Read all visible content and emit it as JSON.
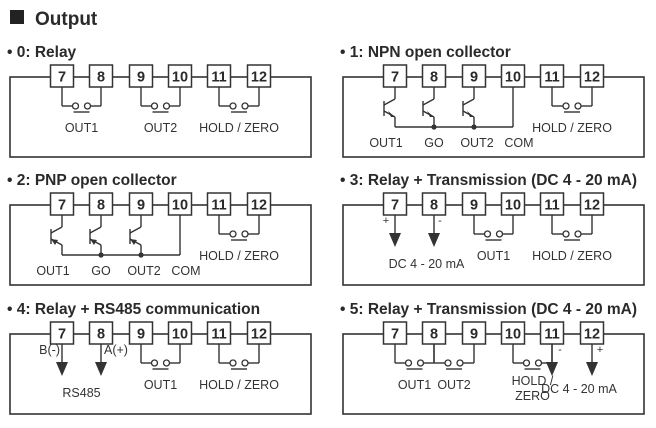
{
  "header": {
    "title": "Output"
  },
  "colors": {
    "line": "#333333",
    "text": "#2a2a2a",
    "header_square": "#222222"
  },
  "panels": [
    {
      "title": "• 0: Relay",
      "terminals": [
        "7",
        "8",
        "9",
        "10",
        "11",
        "12"
      ],
      "relays": [
        {
          "pins": [
            0,
            1
          ],
          "label": [
            "OUT1"
          ]
        },
        {
          "pins": [
            2,
            3
          ],
          "label": [
            "OUT2"
          ]
        },
        {
          "pins": [
            4,
            5
          ],
          "label": [
            "HOLD / ZERO"
          ]
        }
      ]
    },
    {
      "title": "• 1: NPN open collector",
      "terminals": [
        "7",
        "8",
        "9",
        "10",
        "11",
        "12"
      ],
      "transistors": {
        "type": "NPN",
        "pins": [
          0,
          1,
          2
        ],
        "common": 3,
        "labels": [
          "OUT1",
          "GO",
          "OUT2",
          "COM"
        ]
      },
      "relays": [
        {
          "pins": [
            4,
            5
          ],
          "label": [
            "HOLD / ZERO"
          ]
        }
      ]
    },
    {
      "title": "• 2: PNP open collector",
      "terminals": [
        "7",
        "8",
        "9",
        "10",
        "11",
        "12"
      ],
      "transistors": {
        "type": "PNP",
        "pins": [
          0,
          1,
          2
        ],
        "common": 3,
        "labels": [
          "OUT1",
          "GO",
          "OUT2",
          "COM"
        ]
      },
      "relays": [
        {
          "pins": [
            4,
            5
          ],
          "label": [
            "HOLD / ZERO"
          ]
        }
      ]
    },
    {
      "title": "• 3: Relay + Transmission (DC 4 - 20 mA)",
      "terminals": [
        "7",
        "8",
        "9",
        "10",
        "11",
        "12"
      ],
      "outputs": {
        "arrows": [
          {
            "pin": 0,
            "sign": "+"
          },
          {
            "pin": 1,
            "sign": "-"
          }
        ],
        "label": "DC 4 - 20 mA"
      },
      "relays": [
        {
          "pins": [
            2,
            3
          ],
          "label": [
            "OUT1"
          ]
        },
        {
          "pins": [
            4,
            5
          ],
          "label": [
            "HOLD / ZERO"
          ]
        }
      ]
    },
    {
      "title": "• 4: Relay + RS485 communication",
      "terminals": [
        "7",
        "8",
        "9",
        "10",
        "11",
        "12"
      ],
      "outputs": {
        "arrows": [
          {
            "pin": 0,
            "sign": "B(-)",
            "side": "left"
          },
          {
            "pin": 1,
            "sign": "A(+)",
            "side": "right"
          }
        ],
        "label": "RS485"
      },
      "relays": [
        {
          "pins": [
            2,
            3
          ],
          "label": [
            "OUT1"
          ]
        },
        {
          "pins": [
            4,
            5
          ],
          "label": [
            "HOLD / ZERO"
          ]
        }
      ]
    },
    {
      "title": "• 5: Relay + Transmission (DC 4 - 20 mA)",
      "terminals": [
        "7",
        "8",
        "9",
        "10",
        "11",
        "12"
      ],
      "outputs": {
        "arrows": [
          {
            "pin": 4,
            "sign": "-"
          },
          {
            "pin": 5,
            "sign": "+"
          }
        ],
        "label": "DC 4 - 20 mA"
      },
      "relays": [
        {
          "pins": [
            0,
            1
          ],
          "label": [
            "OUT1"
          ]
        },
        {
          "pins": [
            1,
            2
          ],
          "label": [
            "OUT2"
          ]
        },
        {
          "pins": [
            3,
            4
          ],
          "label": [
            "HOLD /",
            "ZERO"
          ]
        }
      ]
    }
  ]
}
